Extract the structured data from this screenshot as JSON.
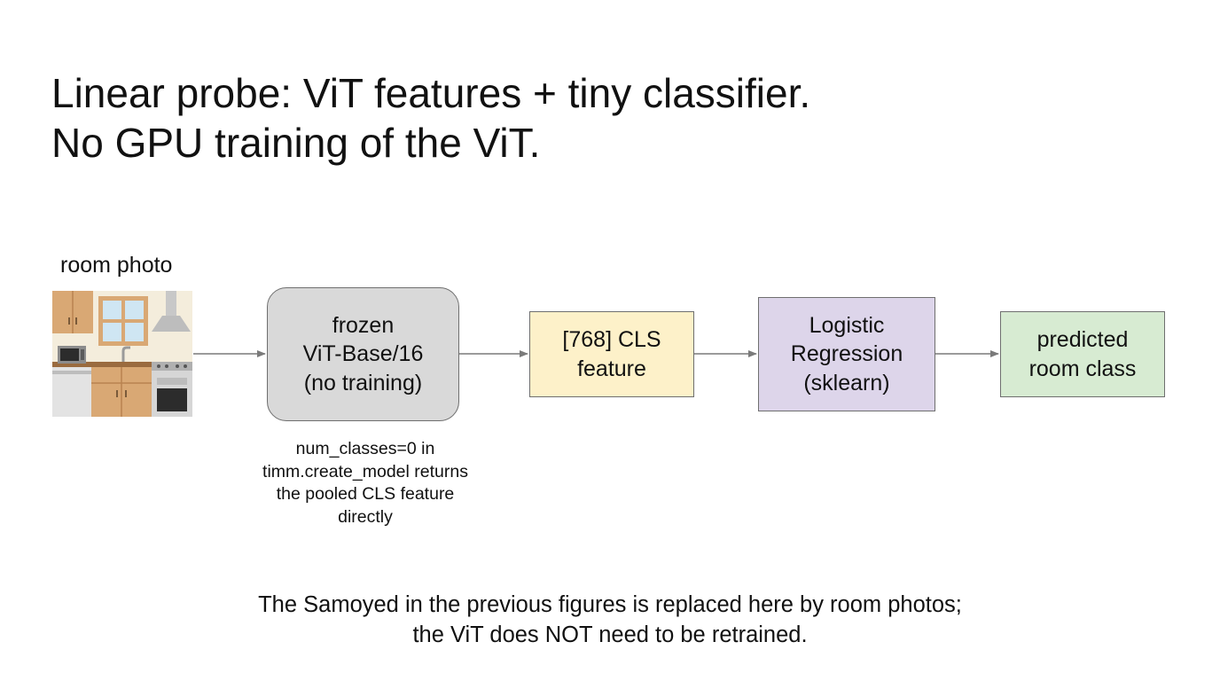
{
  "title": {
    "line1": "Linear probe: ViT features + tiny classifier.",
    "line2": "No GPU training of the ViT."
  },
  "input": {
    "label": "room photo",
    "image": "kitchen-photo-illustration"
  },
  "nodes": [
    {
      "id": "vit",
      "label": "frozen\nViT-Base/16\n(no training)",
      "fill": "#d9d9d9"
    },
    {
      "id": "cls",
      "label": "[768] CLS\nfeature",
      "fill": "#fdf1c9"
    },
    {
      "id": "lr",
      "label": "Logistic\nRegression\n(sklearn)",
      "fill": "#ddd5ea"
    },
    {
      "id": "pred",
      "label": "predicted\nroom class",
      "fill": "#d7ebd2"
    }
  ],
  "note": "num_classes=0 in\ntimm.create_model returns\nthe pooled CLS feature\ndirectly",
  "footer": "The Samoyed in the previous figures is replaced here by room photos;\nthe ViT does NOT need to be retrained.",
  "colors": {
    "arrow": "#7a7a7a",
    "border": "#6f6f6f"
  }
}
